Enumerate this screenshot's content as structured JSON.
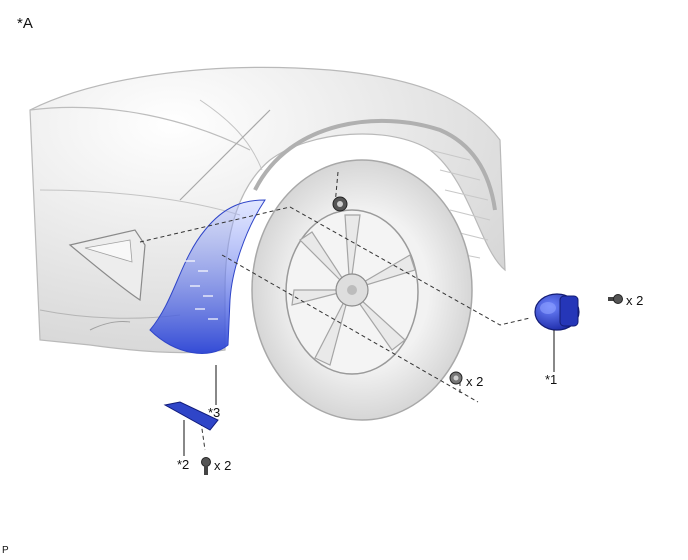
{
  "figure": {
    "view_label": "*A",
    "corner_code": "P",
    "callouts": {
      "part1": "*1",
      "part2": "*2",
      "part3": "*3"
    },
    "quantities": {
      "part1_screws": "x 2",
      "wheel_clips": "x 2",
      "part2_screws": "x 2"
    }
  },
  "colors": {
    "highlight_blue": "#3b5bdc",
    "dark_blue": "#1f2f9c",
    "car_gray": "#d8d8d8",
    "tire_gray": "#e6e6e6"
  }
}
